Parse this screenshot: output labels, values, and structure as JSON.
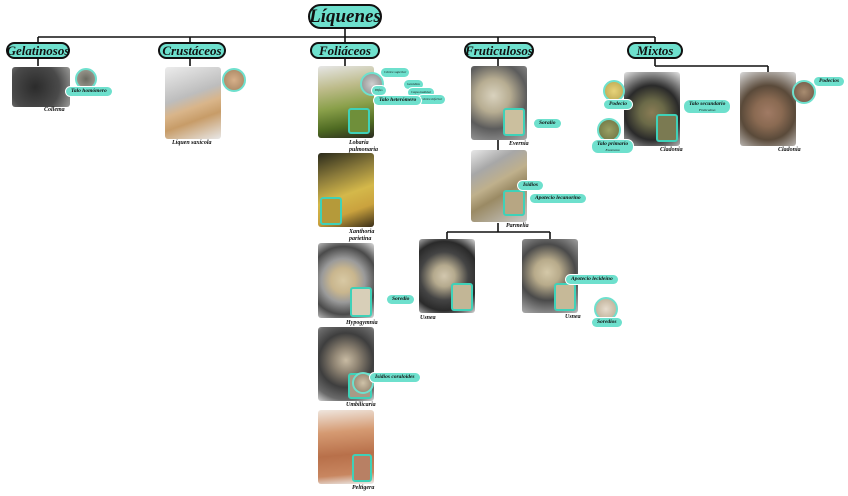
{
  "title": "Líquenes",
  "colors": {
    "box": "#6ee0cd",
    "line": "#111111",
    "accent": "#3fd1b8"
  },
  "categories": {
    "gelatinosos": "Gelatinosos",
    "crustaceos": "Crustáceos",
    "foliaceos": "Foliáceos",
    "fruticulosos": "Fruticulosos",
    "mixtos": "Mixtos"
  },
  "specimens": {
    "collema": {
      "name": "Collema",
      "labels": [
        "Talo homómero"
      ]
    },
    "liquen_saxicola": {
      "name": "Líquen saxícola"
    },
    "lobaria": {
      "name": "Lobaria pulmonaria",
      "labels": [
        "Talo heterómero"
      ],
      "small_labels": [
        "Córtex superior",
        "Gonidios",
        "Hifas",
        "Capa medular",
        "Córtex inferior"
      ]
    },
    "xanthoria": {
      "name": "Xanthoria parietina"
    },
    "hypogymnia": {
      "name": "Hypogymnia",
      "labels": [
        "Soredio"
      ]
    },
    "umbilicaria": {
      "name": "Umbilicaria",
      "labels": [
        "Isidios coraloides"
      ]
    },
    "peltigera": {
      "name": "Peltigera"
    },
    "evernia": {
      "name": "Evernia",
      "labels": [
        "Soralio"
      ]
    },
    "parmelia": {
      "name": "Parmelia",
      "labels": [
        "Isidios",
        "Apotecio lecanorino"
      ]
    },
    "usnea_left": {
      "name": "Usnea"
    },
    "usnea_right": {
      "name": "Usnea",
      "labels": [
        "Apotecio lecideíno",
        "Soredios"
      ]
    },
    "cladonia_left": {
      "name": "Cladonia",
      "labels": [
        "Podecio",
        "Talo secundario",
        "Talo primario"
      ],
      "sublabels": [
        "Fruticuloso",
        "Escamoso"
      ]
    },
    "cladonia_right": {
      "name": "Cladonia",
      "labels": [
        "Podecios"
      ]
    }
  }
}
